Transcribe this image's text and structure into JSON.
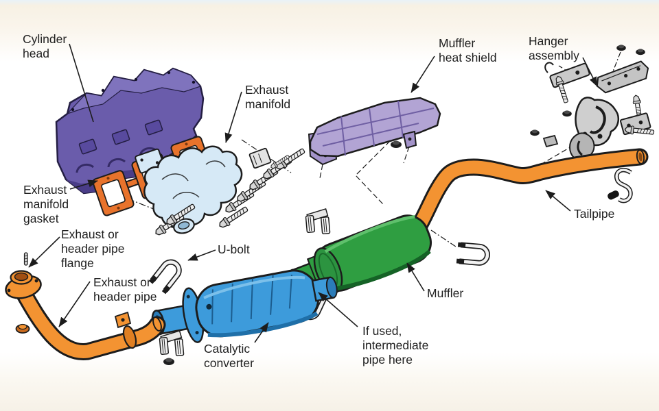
{
  "figure": "exploded exhaust system diagram",
  "labels": {
    "cylinder_head": [
      "Cylinder",
      "head"
    ],
    "exhaust_manifold": [
      "Exhaust",
      "manifold"
    ],
    "muffler_heat_shield": [
      "Muffler",
      "heat shield"
    ],
    "hanger_assembly": [
      "Hanger",
      "assembly"
    ],
    "exhaust_manifold_gasket": [
      "Exhaust",
      "manifold",
      "gasket"
    ],
    "exhaust_header_pipe_flange": [
      "Exhaust or",
      "header pipe",
      "flange"
    ],
    "u_bolt": [
      "U-bolt"
    ],
    "exhaust_header_pipe": [
      "Exhaust or",
      "header pipe"
    ],
    "tailpipe": [
      "Tailpipe"
    ],
    "muffler": [
      "Muffler"
    ],
    "catalytic_converter": [
      "Catalytic",
      "converter"
    ],
    "intermediate_pipe": [
      "If used,",
      "intermediate",
      "pipe here"
    ]
  },
  "colors": {
    "cylinder_head_purple": "#6a5cab",
    "manifold_light_blue": "#d6e9f6",
    "gasket_orange": "#e8732c",
    "heat_shield_lavender": "#b2a4d4",
    "hanger_gray": "#c9c9c9",
    "pipe_orange": "#f39332",
    "muffler_green": "#2f9e41",
    "catalytic_blue": "#3d9bdb",
    "line_art": "#1c1c1c"
  }
}
